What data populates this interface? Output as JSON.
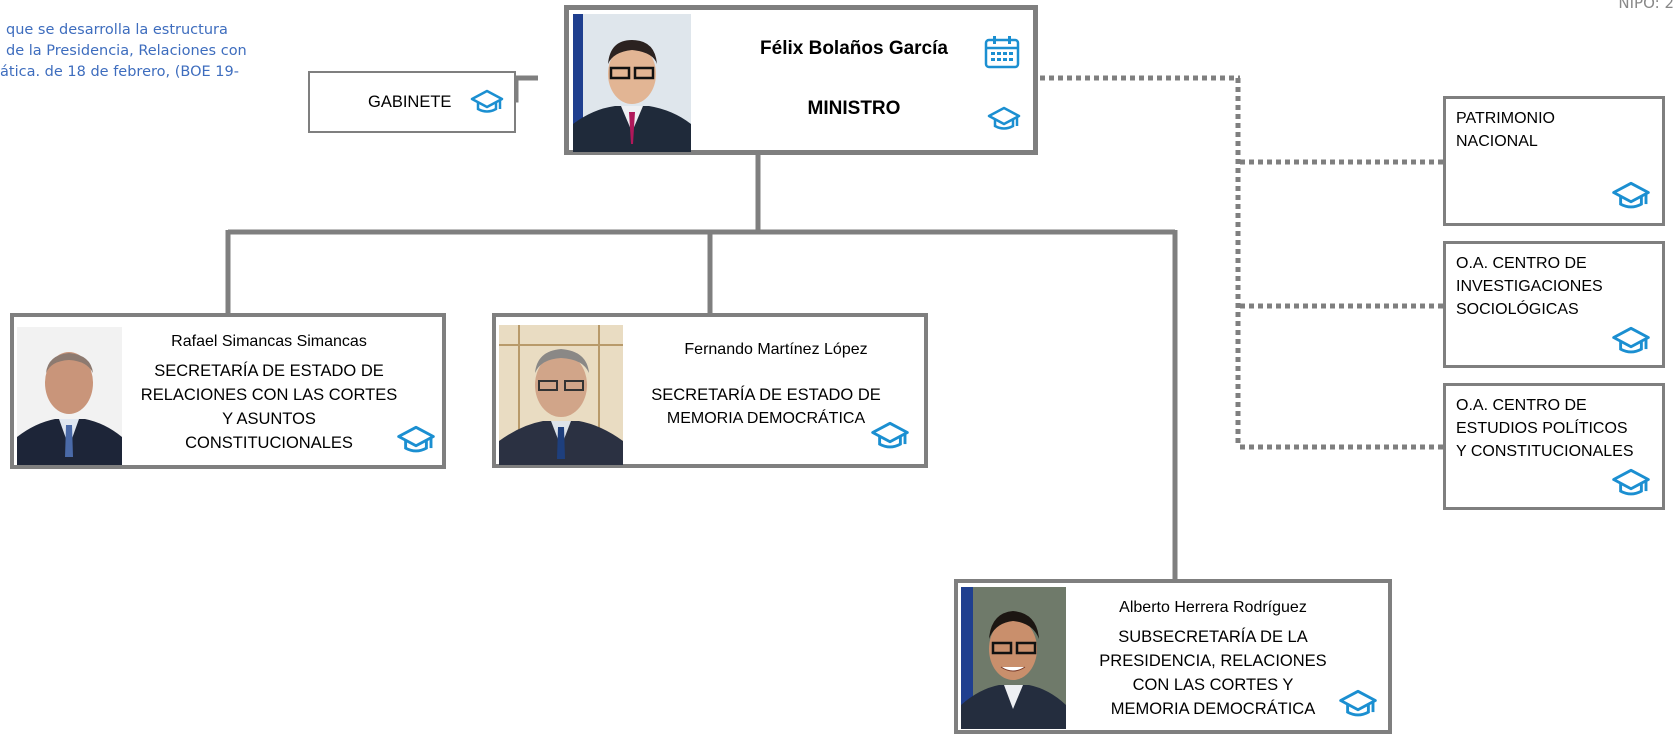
{
  "note": {
    "lines": [
      "que se desarrolla la estructura",
      "de la Presidencia, Relaciones con",
      "ática. de 18 de febrero, (BOE 19-"
    ]
  },
  "nipo": "NIPO: 2",
  "minister": {
    "name": "Félix Bolaños García",
    "role": "MINISTRO",
    "icons": [
      "calendar-icon",
      "graduation-cap-icon"
    ]
  },
  "gabinete": {
    "label": "GABINETE"
  },
  "secretarias": [
    {
      "name": "Rafael Simancas Simancas",
      "role_lines": [
        "SECRETARÍA DE ESTADO DE",
        "RELACIONES CON LAS CORTES",
        "Y  ASUNTOS",
        "CONSTITUCIONALES"
      ]
    },
    {
      "name": "Fernando Martínez López",
      "role_lines": [
        "SECRETARÍA DE ESTADO DE",
        "MEMORIA  DEMOCRÁTICA"
      ]
    }
  ],
  "subsecretaria": {
    "name": "Alberto Herrera Rodríguez",
    "role_lines": [
      "SUBSECRETARÍA DE LA",
      "PRESIDENCIA, RELACIONES",
      "CON LAS CORTES Y",
      "MEMORIA DEMOCRÁTICA"
    ]
  },
  "organismos": [
    {
      "lines": [
        "PATRIMONIO",
        "NACIONAL"
      ]
    },
    {
      "lines": [
        "O.A. CENTRO DE",
        "INVESTIGACIONES",
        "SOCIOLÓGICAS"
      ]
    },
    {
      "lines": [
        "O.A. CENTRO DE",
        "ESTUDIOS POLÍTICOS",
        "Y CONSTITUCIONALES"
      ]
    }
  ],
  "colors": {
    "border": "#7f7f7f",
    "icon_blue": "#1b8fd1",
    "note_blue": "#3e6dbe"
  }
}
